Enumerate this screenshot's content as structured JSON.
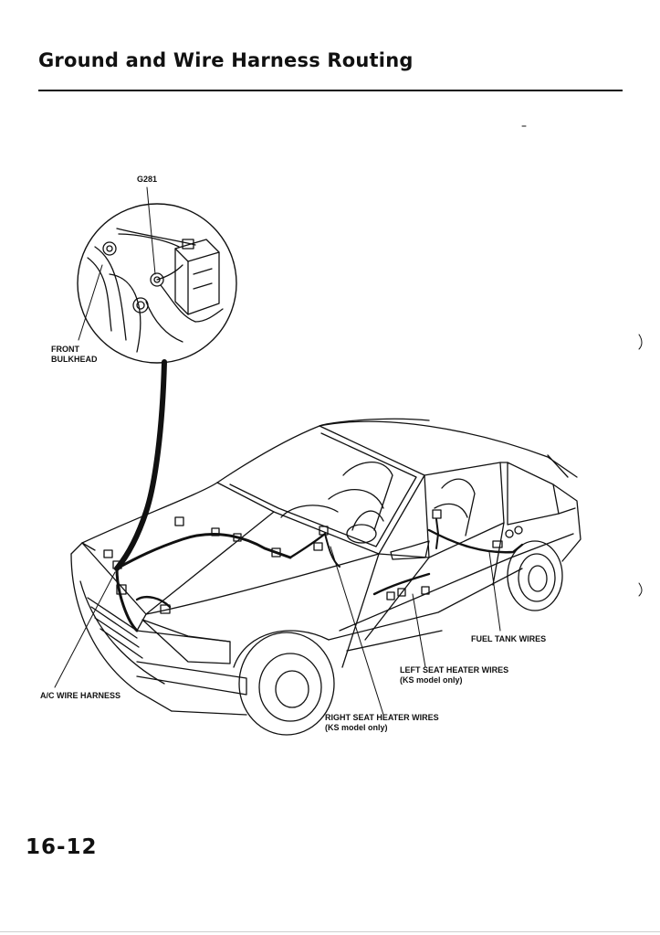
{
  "page": {
    "title": "Ground and Wire Harness Routing",
    "page_number": "16-12"
  },
  "callouts": {
    "ground_point": "G281",
    "front_bulkhead_line1": "FRONT",
    "front_bulkhead_line2": "BULKHEAD",
    "ac_wire_harness": "A/C WIRE HARNESS",
    "fuel_tank_wires": "FUEL TANK WIRES",
    "left_seat_heater_line1": "LEFT SEAT HEATER WIRES",
    "left_seat_heater_line2": "(KS model only)",
    "right_seat_heater_line1": "RIGHT SEAT HEATER WIRES",
    "right_seat_heater_line2": "(KS model only)"
  },
  "colors": {
    "ink": "#111111",
    "paper": "#ffffff"
  },
  "icons": {
    "diagram": "car-wire-harness-illustration",
    "detail": "ground-bolt-detail-circle"
  }
}
